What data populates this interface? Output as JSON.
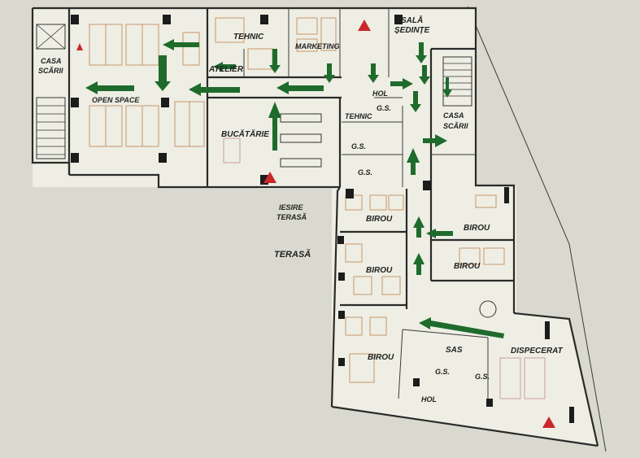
{
  "plan": {
    "labels": {
      "casa_scarii_left_1": "CASA",
      "casa_scarii_left_2": "SCĂRII",
      "tehnic_top": "TEHNIC",
      "marketing": "MARKETING",
      "sala_1": "SALĂ",
      "sala_2": "ȘEDINȚE",
      "atelier": "ATELIER",
      "open_space": "OPEN SPACE",
      "hol_top": "HOL",
      "gs_1": "G.S.",
      "tehnic_mid": "TEHNIC",
      "casa_scarii_right_1": "CASA",
      "casa_scarii_right_2": "SCĂRII",
      "bucatarie": "BUCĂTĂRIE",
      "gs_2": "G.S.",
      "gs_3": "G.S.",
      "iesire_1": "IESIRE",
      "iesire_2": "TERASĂ",
      "terasa": "TERASĂ",
      "birou_1": "BIROU",
      "birou_2": "BIROU",
      "birou_3": "BIROU",
      "birou_4": "BIROU",
      "birou_5": "BIROU",
      "sas": "SAS",
      "dispecerat": "DISPECERAT",
      "gs_4": "G.S.",
      "gs_5": "G.S.",
      "hol_bottom": "HOL"
    },
    "colors": {
      "background": "#d9d9cf",
      "floor": "#eeeee4",
      "evacuation_arrow": "#1e6b2c",
      "fire_equipment": "#c8282a"
    },
    "icons": [
      "evacuation-arrow-icon",
      "fire-extinguisher-triangle-icon"
    ]
  }
}
